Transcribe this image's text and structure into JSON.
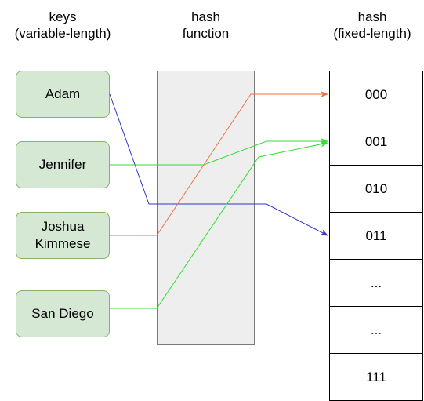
{
  "titles": {
    "keys": [
      "keys",
      "(variable-length)"
    ],
    "function": [
      "hash",
      "function"
    ],
    "hash": [
      "hash",
      "(fixed-length)"
    ]
  },
  "keys": [
    {
      "lines": [
        "Adam"
      ]
    },
    {
      "lines": [
        "Jennifer"
      ]
    },
    {
      "lines": [
        "Joshua",
        "Kimmese"
      ]
    },
    {
      "lines": [
        "San Diego"
      ]
    }
  ],
  "hash_cells": [
    "000",
    "001",
    "010",
    "011",
    "...",
    "...",
    "111"
  ],
  "mappings": [
    {
      "key": "Adam",
      "hash": "011",
      "color": "#3333cc"
    },
    {
      "key": "Jennifer",
      "hash": "001",
      "color": "#33dd33"
    },
    {
      "key": "Joshua Kimmese",
      "hash": "000",
      "color": "#f07040"
    },
    {
      "key": "San Diego",
      "hash": "001",
      "color": "#33dd33"
    }
  ],
  "colors": {
    "key_fill": "#d5e8d4",
    "key_border": "#82b366",
    "function_fill": "#eeeeee",
    "cell_border": "#000000"
  }
}
